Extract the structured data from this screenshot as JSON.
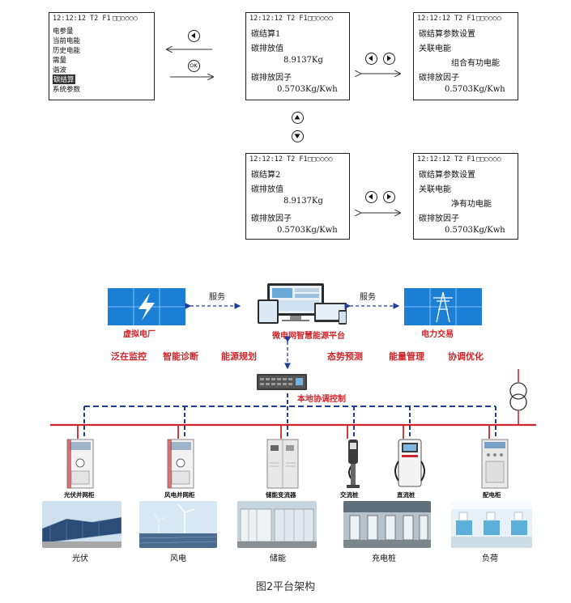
{
  "screens": {
    "status": "12:12:12 T2 F1",
    "menu": [
      "电参量",
      "当前电能",
      "历史电能",
      "需量",
      "谐波",
      "碳结算",
      "系统参数"
    ],
    "menu_selected": "碳结算",
    "s1": [
      "碳结算1",
      "碳排放值",
      "8.9137Kg",
      "碳排放因子",
      "0.5703Kg/Kwh"
    ],
    "p1": [
      "碳结算参数设置",
      "关联电能",
      "组合有功电能",
      "碳排放因子",
      "0.5703Kg/Kwh"
    ],
    "s2": [
      "碳结算2",
      "碳排放值",
      "8.9137Kg",
      "碳排放因子",
      "0.5703Kg/Kwh"
    ],
    "p2": [
      "碳结算参数设置",
      "关联电能",
      "净有功电能",
      "碳排放因子",
      "0.5703Kg/Kwh"
    ],
    "ok": "OK"
  },
  "platform": {
    "virtual_plant": "虚拟电厂",
    "micro_grid": "微电网智慧能源平台",
    "power_trade": "电力交易",
    "service_left": "服务",
    "service_right": "服务",
    "features": [
      "泛在监控",
      "智能诊断",
      "能源规划",
      "态势预测",
      "能量管理",
      "协调优化"
    ],
    "local_control": "本地协调控制"
  },
  "equipment": [
    "光伏并网柜",
    "风电并网柜",
    "储能变流器",
    "交流桩",
    "直流桩",
    "配电柜"
  ],
  "sites": [
    "光伏",
    "风电",
    "储能",
    "充电桩",
    "负荷"
  ],
  "caption": "图2平台架构",
  "colors": {
    "red_line": "#d0262b",
    "blue_dash": "#1f3c96",
    "label_red": "#d0262b",
    "tile_blue": "#1c7fd6"
  }
}
